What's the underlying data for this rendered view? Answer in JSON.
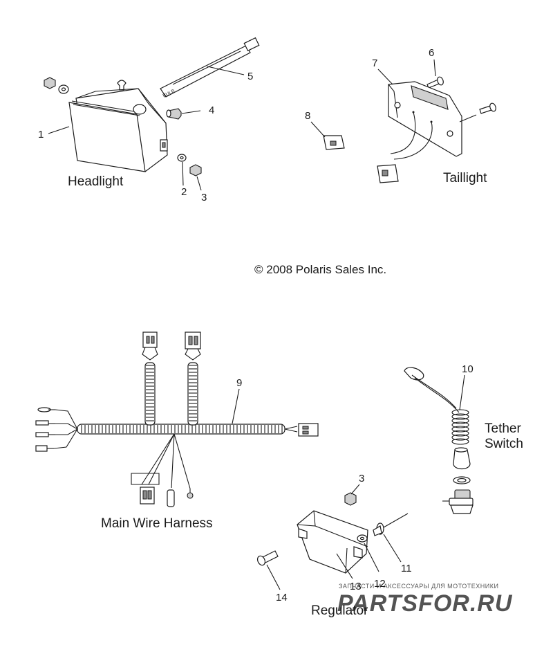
{
  "groups": {
    "headlight": "Headlight",
    "taillight": "Taillight",
    "main_wire_harness": "Main Wire Harness",
    "tether_switch_line1": "Tether",
    "tether_switch_line2": "Switch",
    "regulator": "Regulator"
  },
  "copyright": "© 2008 Polaris Sales Inc.",
  "callouts": {
    "c1": "1",
    "c2": "2",
    "c3": "3",
    "c4": "4",
    "c5": "5",
    "c6": "6",
    "c7": "7",
    "c8": "8",
    "c9": "9",
    "c10": "10",
    "c11": "11",
    "c12": "12",
    "c13": "13",
    "c14": "14",
    "c3b": "3"
  },
  "bulb_text": "BULB",
  "watermark": {
    "tagline": "ЗАПЧАСТИ И АКСЕССУАРЫ ДЛЯ МОТОТЕХНИКИ",
    "brand": "PARTSFOR.RU",
    "color": "#e8a0a0"
  }
}
